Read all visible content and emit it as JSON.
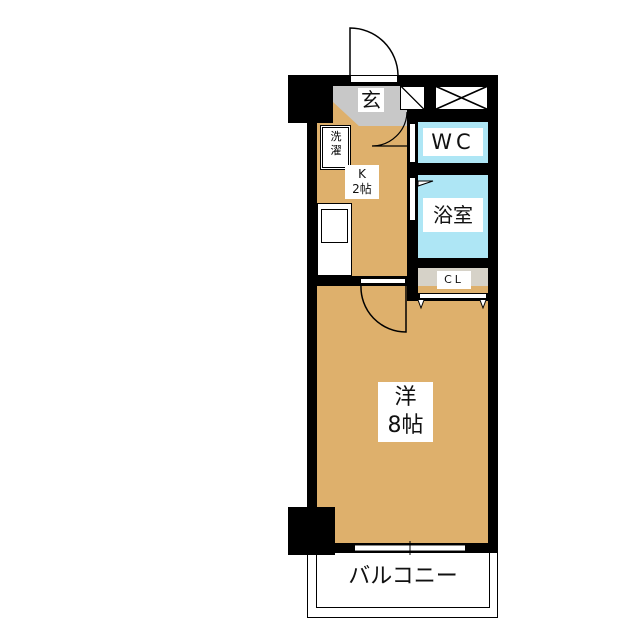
{
  "rooms": {
    "genkan": "玄",
    "laundry_line1": "洗",
    "laundry_line2": "濯",
    "kitchen_line1": "K",
    "kitchen_line2": "2帖",
    "wc": "WC",
    "bath": "浴室",
    "closet": "CL",
    "western_line1": "洋",
    "western_line2": "8帖",
    "balcony": "バルコニー"
  },
  "colors": {
    "floor": "#deb06c",
    "wet": "#aee6f5",
    "genkan": "#c8c8c8",
    "closet": "#d6d2c8"
  }
}
